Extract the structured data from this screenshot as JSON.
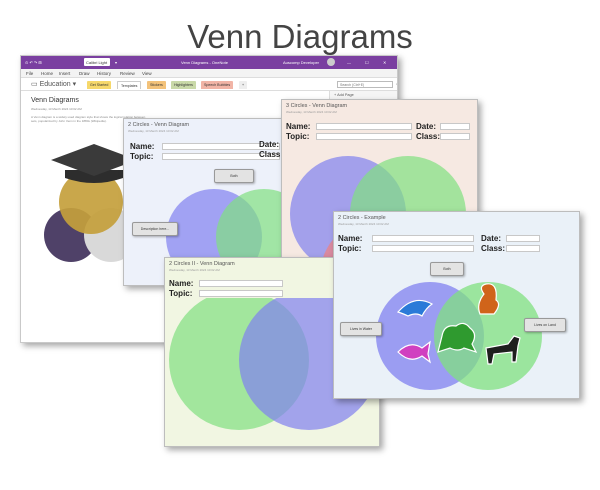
{
  "heading": "Venn Diagrams",
  "app": {
    "title": "Venn Diagrams - OneNote",
    "user": "Auscomp Developer",
    "font_value": "Calibri Light",
    "menu": [
      "File",
      "Home",
      "Insert",
      "Draw",
      "History",
      "Review",
      "View"
    ],
    "notebook": "Education",
    "sections": [
      "Get Started",
      "Templates",
      "Stickers",
      "Highlighters",
      "Speech Bubbles",
      "+"
    ],
    "search_placeholder": "Search (Ctrl+E)",
    "add_page": "+ Add Page",
    "page_title": "Venn Diagrams",
    "page_date": "Wednesday, 13 March 2024     10:02 AM",
    "page_text_1": "A Venn diagram is a widely used diagram style that shows the logical relation between",
    "page_text_2": "sets, popularized by John Venn in the 1880s (Wikipedia)."
  },
  "labels": {
    "name": "Name:",
    "date": "Date:",
    "topic": "Topic:",
    "class": "Class:"
  },
  "cards": {
    "two_circles": {
      "title": "2 Circles - Venn Diagram",
      "sub": "Wednesday, 13 March 2024     10:02 AM",
      "both_btn": "Both",
      "desc_btn": "Description here..."
    },
    "three_circles": {
      "title": "3 Circles - Venn Diagram",
      "sub": "Wednesday, 13 March 2024     10:02 AM"
    },
    "two_circles_ii": {
      "title": "2 Circles II - Venn Diagram",
      "sub": "Wednesday, 13 March 2024     10:02 AM"
    },
    "example": {
      "title": "2 Circles - Example",
      "sub": "Wednesday, 13 March 2024     10:02 AM",
      "both_btn": "Both",
      "left_btn": "Lives in Water",
      "right_btn": "Lives on Land"
    }
  },
  "colors": {
    "onenote_purple": "#7a3fa0",
    "blue_circle": "#7f7ff0",
    "green_circle": "#80e080",
    "red_circle": "#ef8080"
  }
}
